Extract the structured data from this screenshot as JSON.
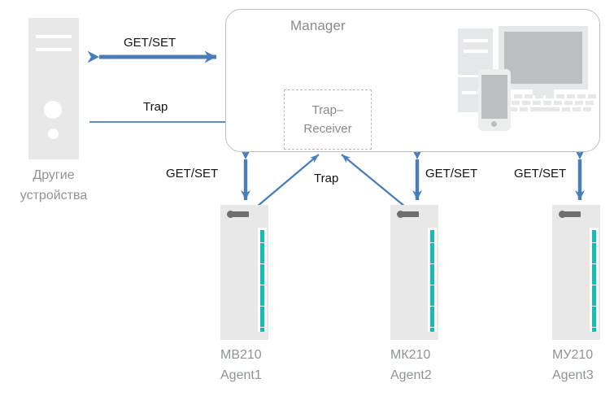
{
  "diagram": {
    "title_manager": "Manager",
    "trap_receiver": {
      "line1": "Trap–",
      "line2": "Receiver"
    },
    "left_device": {
      "caption_line1": "Другие",
      "caption_line2": "устройства"
    },
    "flows": {
      "getset_top": "GET/SET",
      "trap_top": "Trap",
      "getset_agent1": "GET/SET",
      "trap_agents": "Trap",
      "getset_agent2": "GET/SET",
      "getset_agent3": "GET/SET"
    },
    "agents": [
      {
        "model": "МВ210",
        "role": "Agent1"
      },
      {
        "model": "МК210",
        "role": "Agent2"
      },
      {
        "model": "МУ210",
        "role": "Agent3"
      }
    ],
    "colors": {
      "arrow_blue": "#4a7ebb",
      "device_gray": "#e8e8e8",
      "led_teal": "#18bcb4",
      "text_gray": "#909396",
      "border_gray": "#bfbfbf"
    }
  }
}
